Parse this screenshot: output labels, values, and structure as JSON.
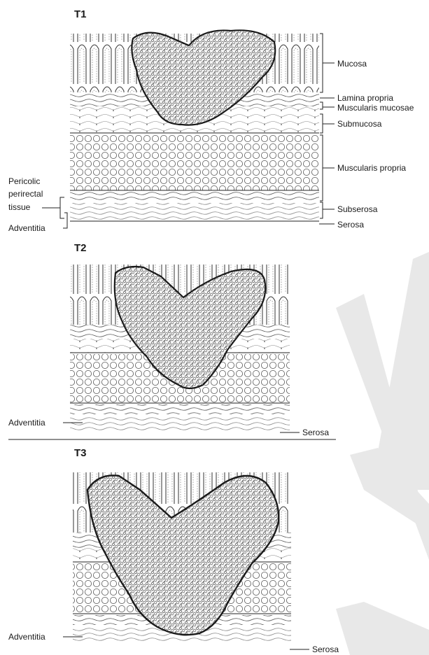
{
  "panels": [
    {
      "title": "T1"
    },
    {
      "title": "T2"
    },
    {
      "title": "T3"
    }
  ],
  "t1_labels": {
    "mucosa": "Mucosa",
    "lamina_propria": "Lamina propria",
    "muscularis_mucosae": "Muscularis mucosae",
    "submucosa": "Submucosa",
    "muscularis_propria": "Muscularis propria",
    "subserosa": "Subserosa",
    "serosa": "Serosa",
    "pericolic_1": "Pericolic",
    "pericolic_2": "perirectal",
    "pericolic_3": "tissue",
    "adventitia": "Adventitia"
  },
  "t2_labels": {
    "adventitia": "Adventitia",
    "serosa": "Serosa"
  },
  "t3_labels": {
    "adventitia": "Adventitia",
    "serosa": "Serosa"
  },
  "colors": {
    "ink": "#222222",
    "tumor": "#3a3a3a",
    "watermark": "#e8e8e8"
  }
}
